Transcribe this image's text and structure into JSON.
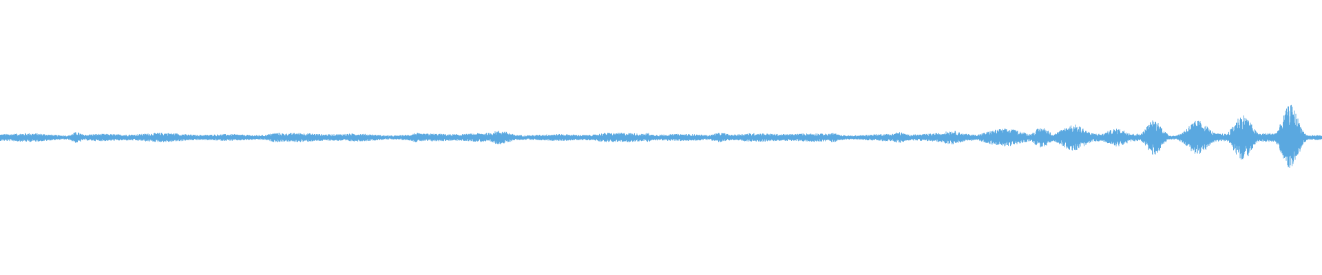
{
  "waveform": {
    "color": "#5aa8e0",
    "background": "#ffffff",
    "baseline_amplitude": 0.025,
    "bursts": [
      {
        "center": 0.058,
        "width": 0.006,
        "amplitude": 0.04
      },
      {
        "center": 0.128,
        "width": 0.004,
        "amplitude": 0.035
      },
      {
        "center": 0.21,
        "width": 0.012,
        "amplitude": 0.035
      },
      {
        "center": 0.315,
        "width": 0.006,
        "amplitude": 0.035
      },
      {
        "center": 0.378,
        "width": 0.012,
        "amplitude": 0.05
      },
      {
        "center": 0.46,
        "width": 0.015,
        "amplitude": 0.035
      },
      {
        "center": 0.49,
        "width": 0.004,
        "amplitude": 0.035
      },
      {
        "center": 0.545,
        "width": 0.01,
        "amplitude": 0.035
      },
      {
        "center": 0.63,
        "width": 0.006,
        "amplitude": 0.035
      },
      {
        "center": 0.68,
        "width": 0.008,
        "amplitude": 0.04
      },
      {
        "center": 0.72,
        "width": 0.012,
        "amplitude": 0.05
      },
      {
        "center": 0.76,
        "width": 0.02,
        "amplitude": 0.065
      },
      {
        "center": 0.788,
        "width": 0.008,
        "amplitude": 0.075
      },
      {
        "center": 0.812,
        "width": 0.013,
        "amplitude": 0.095
      },
      {
        "center": 0.845,
        "width": 0.012,
        "amplitude": 0.065
      },
      {
        "center": 0.873,
        "width": 0.008,
        "amplitude": 0.13
      },
      {
        "center": 0.906,
        "width": 0.011,
        "amplitude": 0.125
      },
      {
        "center": 0.94,
        "width": 0.009,
        "amplitude": 0.17
      },
      {
        "center": 0.976,
        "width": 0.008,
        "amplitude": 0.24
      }
    ]
  }
}
